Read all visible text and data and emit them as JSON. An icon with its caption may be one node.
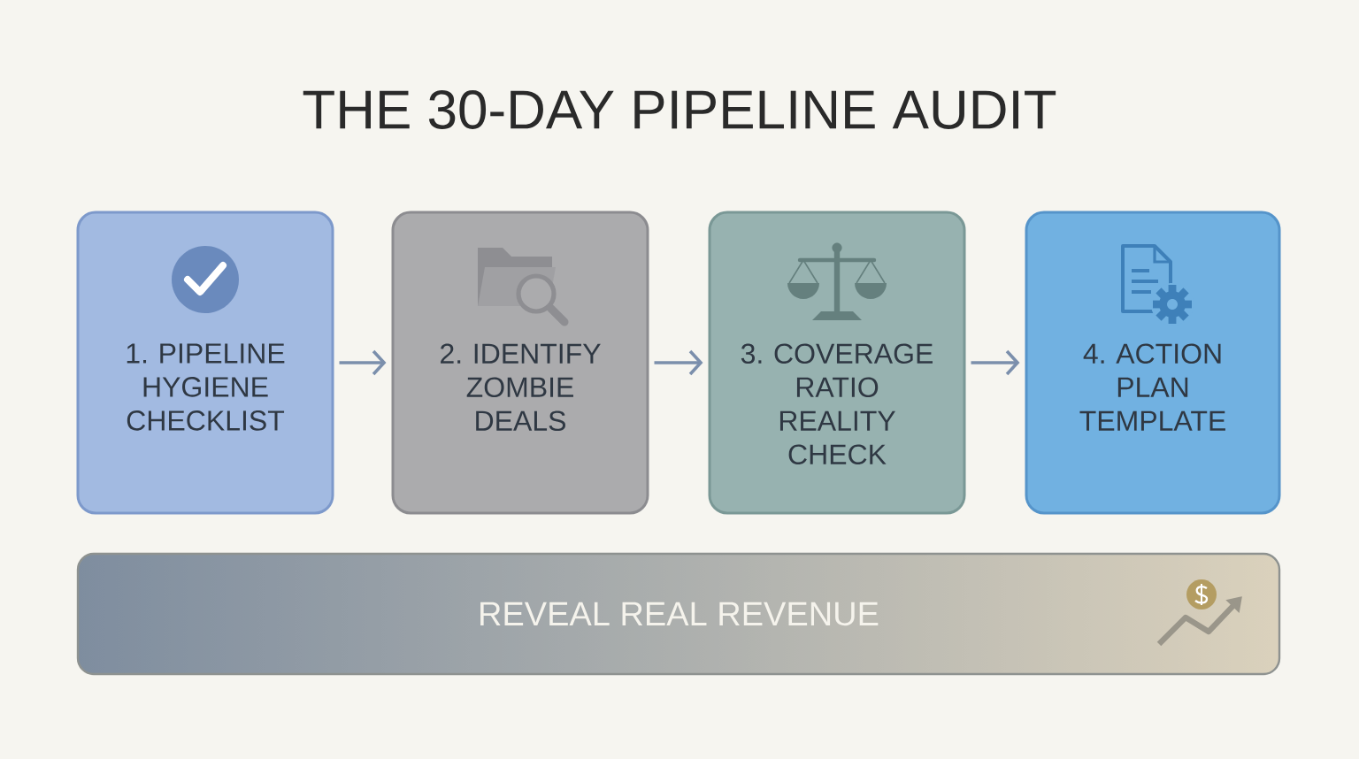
{
  "diagram": {
    "title": "THE 30-DAY PIPELINE AUDIT",
    "nodes": [
      {
        "text": [
          "1. PIPELINE HYGIENE CHECKLIST"
        ]
      },
      {
        "text": [
          "2. IDENTIFY ZOMBIE DEALS"
        ]
      },
      {
        "text": [
          "3. COVERAGE RATIO REALITY CHECK"
        ]
      },
      {
        "text": [
          "4. ACTION PLAN TEMPLATE"
        ]
      },
      {
        "text": [
          "REVEAL REAL REVENUE"
        ]
      }
    ],
    "edges": [
      {
        "from": 0,
        "to": 1,
        "arrow": "to"
      },
      {
        "from": 1,
        "to": 2,
        "arrow": "to"
      },
      {
        "from": 2,
        "to": 3,
        "arrow": "to"
      }
    ]
  }
}
